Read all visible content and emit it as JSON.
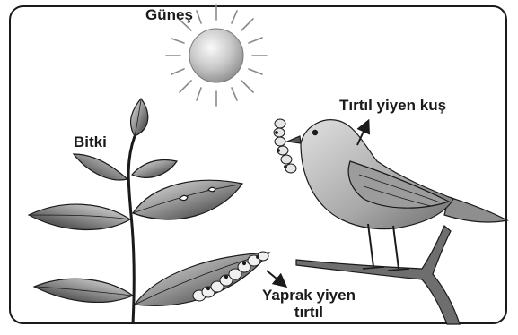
{
  "labels": {
    "sun": "Güneş",
    "plant": "Bitki",
    "bird": "Tırtıl yiyen kuş",
    "caterpillar_line1": "Yaprak yiyen",
    "caterpillar_line2": "tırtıl"
  },
  "colors": {
    "ink": "#1a1a1a",
    "frame": "#1a1a1a",
    "leaf_dark": "#2b2b2b",
    "leaf_light": "#d8d8d8",
    "bird_body": "#b4b4b4",
    "sun_core": "#f2f2f2",
    "sun_edge": "#8c8c8c"
  },
  "icons": [
    "sun-icon",
    "plant-icon",
    "bird-icon",
    "caterpillar-icon",
    "branch-icon",
    "arrow-icon"
  ]
}
